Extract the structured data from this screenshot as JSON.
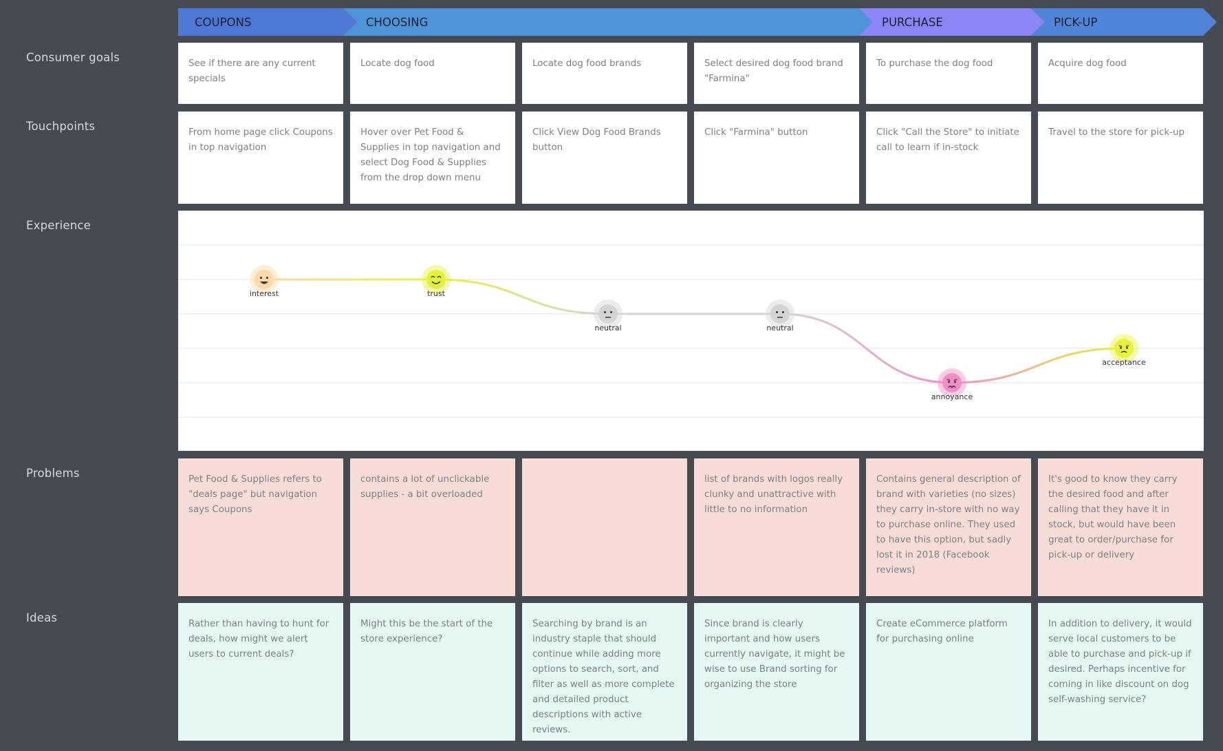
{
  "phases": [
    {
      "label": "COUPONS",
      "color": "#4d79d5"
    },
    {
      "label": "CHOOSING",
      "color": "#4e94d7"
    },
    {
      "label": "PURCHASE",
      "color": "#8b86f6"
    },
    {
      "label": "PICK-UP",
      "color": "#5185d8"
    }
  ],
  "rows": {
    "goals": "Consumer goals",
    "touchpoints": "Touchpoints",
    "experience": "Experience",
    "problems": "Problems",
    "ideas": "Ideas"
  },
  "goals": [
    "See if there are any current specials",
    "Locate dog food",
    "Locate dog food brands",
    "Select desired dog food brand \"Farmina\"",
    "To purchase the dog food",
    "Acquire dog food"
  ],
  "touchpoints": [
    "From home page click Coupons in top navigation",
    "Hover over Pet Food & Supplies in top navigation and select Dog Food & Supplies from the drop down menu",
    "Click View Dog Food Brands button",
    "Click \"Farmina\" button",
    "Click \"Call the Store\" to initiate call to learn if in-stock",
    "Travel to the store for pick-up"
  ],
  "experience": [
    {
      "emotion": "interest",
      "level": 5,
      "color": "#fcd9a8",
      "face": "grin-face-icon"
    },
    {
      "emotion": "trust",
      "level": 5,
      "color": "#e5f23d",
      "face": "wink-face-icon"
    },
    {
      "emotion": "neutral",
      "level": 4,
      "color": "#d4d4d4",
      "face": "neutral-face-icon"
    },
    {
      "emotion": "neutral",
      "level": 4,
      "color": "#d4d4d4",
      "face": "neutral-face-icon"
    },
    {
      "emotion": "annoyance",
      "level": 2,
      "color": "#f28dc8",
      "face": "sad-face-icon"
    },
    {
      "emotion": "acceptance",
      "level": 3,
      "color": "#e8f23f",
      "face": "meh-face-icon"
    }
  ],
  "problems": [
    "Pet Food & Supplies refers to \"deals page\" but navigation says Coupons",
    "contains a lot of unclickable supplies - a bit overloaded",
    "",
    "list of brands with logos really clunky and unattractive with little to no information",
    "Contains general description of brand with varieties (no sizes) they carry in-store with no way to purchase online. They used to have this option, but sadly lost it in 2018 (Facebook reviews)",
    "It's good to know they carry the desired food and after calling that they have it in stock, but would have been great to order/purchase for pick-up or delivery"
  ],
  "ideas": [
    "Rather than having to hunt for deals, how might we alert users to current deals?",
    "Might this be the start of the store experience?",
    "Searching by brand is an industry staple that should continue while adding more options to search, sort, and filter as well as more complete and detailed product descriptions with active reviews.",
    "Since brand is clearly important and how users currently navigate, it might be wise to use Brand sorting for organizing the store",
    "Create eCommerce platform for purchasing online",
    "In addition to delivery, it would serve local customers to be able to purchase and pick-up if desired. Perhaps incentive for coming in like discount on dog self-washing service?"
  ]
}
